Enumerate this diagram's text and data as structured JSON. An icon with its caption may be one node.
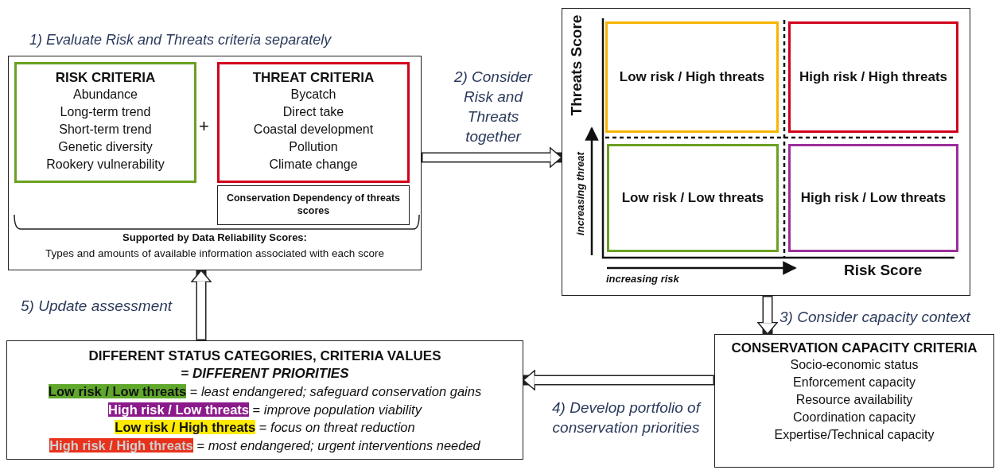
{
  "diagram": {
    "nodes": [
      {
        "text": [
          "1) Evaluate Risk and Threats criteria separately",
          "Supported by Data Reliability Scores:",
          "Types and amounts of available information associated with each score"
        ]
      },
      {
        "text": [
          "RISK CRITERIA",
          "Abundance",
          "Long-term trend",
          "Short-term trend",
          "Genetic diversity",
          "Rookery vulnerability"
        ],
        "in": 0
      },
      {
        "text": [
          "THREAT CRITERIA",
          "Bycatch",
          "Direct take",
          "Coastal development",
          "Pollution",
          "Climate change"
        ],
        "in": 0
      },
      {
        "text": [
          "Conservation Dependency of threats scores"
        ],
        "in": 0
      },
      {
        "text": [
          "Threats Score",
          "increasing threat",
          "increasing risk",
          "Risk Score"
        ]
      },
      {
        "text": [
          "Low risk / High threats"
        ],
        "in": 4
      },
      {
        "text": [
          "High risk / High threats"
        ],
        "in": 4
      },
      {
        "text": [
          "Low risk / Low threats"
        ],
        "in": 4
      },
      {
        "text": [
          "High risk / Low threats"
        ],
        "in": 4
      },
      {
        "text": [
          "CONSERVATION CAPACITY CRITERIA",
          "Socio-economic status",
          "Enforcement capacity",
          "Resource availability",
          "Coordination capacity",
          "Expertise/Technical capacity"
        ]
      },
      {
        "text": [
          "DIFFERENT STATUS CATEGORIES, CRITERIA VALUES",
          "= *DIFFERENT PRIORITIES*",
          "**Low risk / Low threats** = *least endangered; safeguard conservation gains*",
          "**High risk / Low threats** = *improve population viability*",
          "**Low risk / High threats** = *focus on threat reduction*",
          "**High risk / High threats** = *most endangered; urgent interventions needed*"
        ]
      }
    ],
    "edges": [
      {
        "from": 0,
        "to": 4,
        "arrow": "to",
        "label": "2) Consider Risk and Threats together"
      },
      {
        "from": 4,
        "to": 9,
        "arrow": "to",
        "label": "3) Consider capacity context"
      },
      {
        "from": 9,
        "to": 10,
        "arrow": "to",
        "label": "4) Develop portfolio of conservation priorities"
      },
      {
        "from": 10,
        "to": 0,
        "arrow": "to",
        "label": "5) Update assessment"
      }
    ],
    "labels": [
      "+"
    ]
  }
}
